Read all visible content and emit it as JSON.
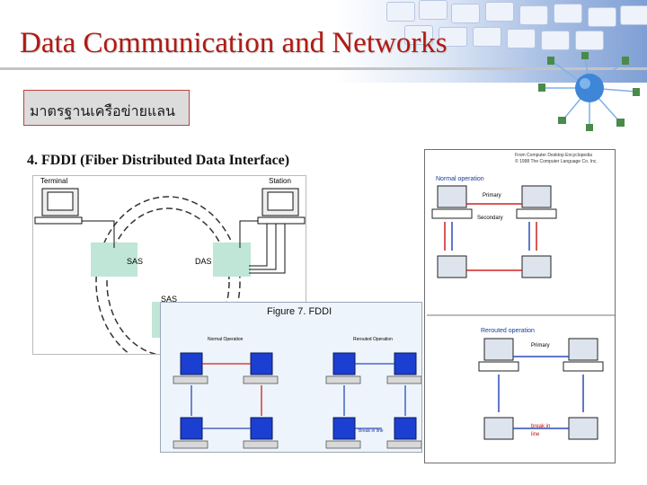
{
  "header": {
    "title": "Data Communication and Networks"
  },
  "subtitle": "มาตรฐานเครือข่ายแลน",
  "section": {
    "heading": "4. FDDI (Fiber Distributed Data Interface)"
  },
  "figure_left": {
    "terminal_label": "Terminal",
    "station_label": "Station",
    "sas_label_1": "SAS",
    "das_label": "DAS",
    "sas_label_2": "SAS"
  },
  "figure_right": {
    "source_line_1": "From Computer Desktop Encyclopedia",
    "source_line_2": "© 1998 The Computer Language Co. Inc.",
    "normal_title": "Normal operation",
    "primary_label": "Primary",
    "secondary_label": "Secondary",
    "rerouted_title": "Rerouted operation",
    "primary_label_2": "Primary",
    "break_text": "break in line"
  },
  "figure_bottom": {
    "caption": "Figure 7. FDDI",
    "normal_label": "Normal Operation",
    "rerouted_label": "Rerouted Operation",
    "break_label": "Break in line"
  },
  "colors": {
    "title": "#b11a14",
    "ring_blue": "#2a4bb8",
    "ring_red": "#d02020",
    "node_green": "#bfe6d6"
  }
}
